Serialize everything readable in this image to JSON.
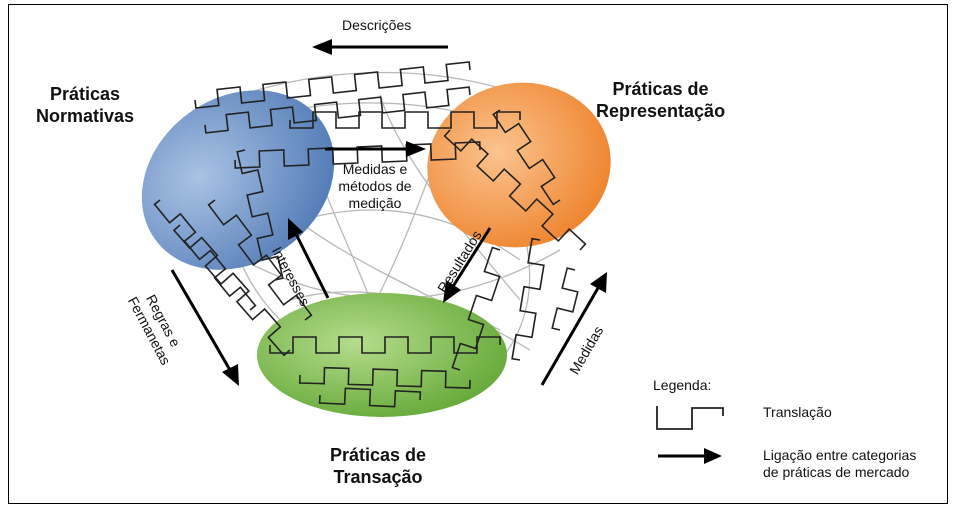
{
  "categories": {
    "normativas": {
      "line1": "Práticas",
      "line2": "Normativas",
      "color": "#5b84bd"
    },
    "representacao": {
      "line1": "Práticas de",
      "line2": "Representação",
      "color": "#ef8a2e"
    },
    "transacao": {
      "line1": "Práticas de",
      "line2": "Transação",
      "color": "#6cae3a"
    }
  },
  "links": {
    "descricoes": "Descrições",
    "medidas_metodos": {
      "line1": "Medidas e",
      "line2": "métodos de",
      "line3": "medição"
    },
    "interesses": "Interesses",
    "resultados": "Resultados",
    "regras": {
      "line1": "Regras e",
      "line2": "Fermanetas"
    },
    "medidas": "Medidas"
  },
  "legend": {
    "title": "Legenda:",
    "translacao": "Translação",
    "ligacao_line1": "Ligação entre categorias",
    "ligacao_line2": "de práticas de mercado"
  }
}
